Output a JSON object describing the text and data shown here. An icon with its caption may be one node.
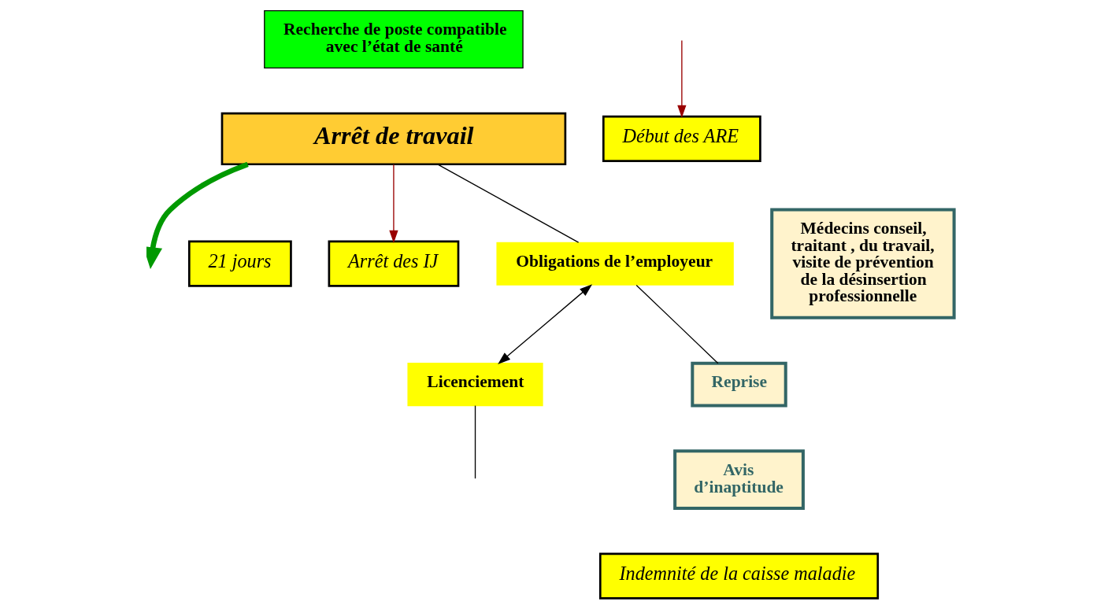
{
  "diagram": {
    "nodes": [
      {
        "text": [
          "Recherche de poste compatible avec l’état de santé"
        ]
      },
      {
        "text": [
          "Arrêt de travail"
        ]
      },
      {
        "text": [
          "Obligations de l’employeur"
        ]
      },
      {
        "text": [
          "21 jours"
        ]
      },
      {
        "text": [
          "Licenciement"
        ]
      },
      {
        "text": [
          "Médecins conseil, traitant , du travail, visite de prévention de la désinsertion professionnelle"
        ]
      },
      {
        "text": [
          "Reprise"
        ]
      },
      {
        "text": [
          "Avis d’inaptitude"
        ]
      },
      {
        "text": [
          "Indemnité de la caisse maladie"
        ]
      },
      {
        "text": [
          "Début des ARE"
        ]
      },
      {
        "text": [
          "Arrêt des IJ"
        ]
      }
    ],
    "edges": [
      {
        "from": 1,
        "to": null,
        "arrow": "to",
        "style": "thick",
        "color": "#009900"
      },
      {
        "from": 1,
        "to": 2,
        "arrow": "none"
      },
      {
        "from": 2,
        "to": 6,
        "arrow": "none"
      },
      {
        "from": 2,
        "to": 4,
        "arrow": "both"
      },
      {
        "from": 4,
        "to": null,
        "arrow": "none"
      },
      {
        "from": 1,
        "to": 10,
        "arrow": "to",
        "color": "#990000"
      },
      {
        "from": null,
        "to": 9,
        "arrow": "to",
        "color": "#990000"
      }
    ]
  }
}
